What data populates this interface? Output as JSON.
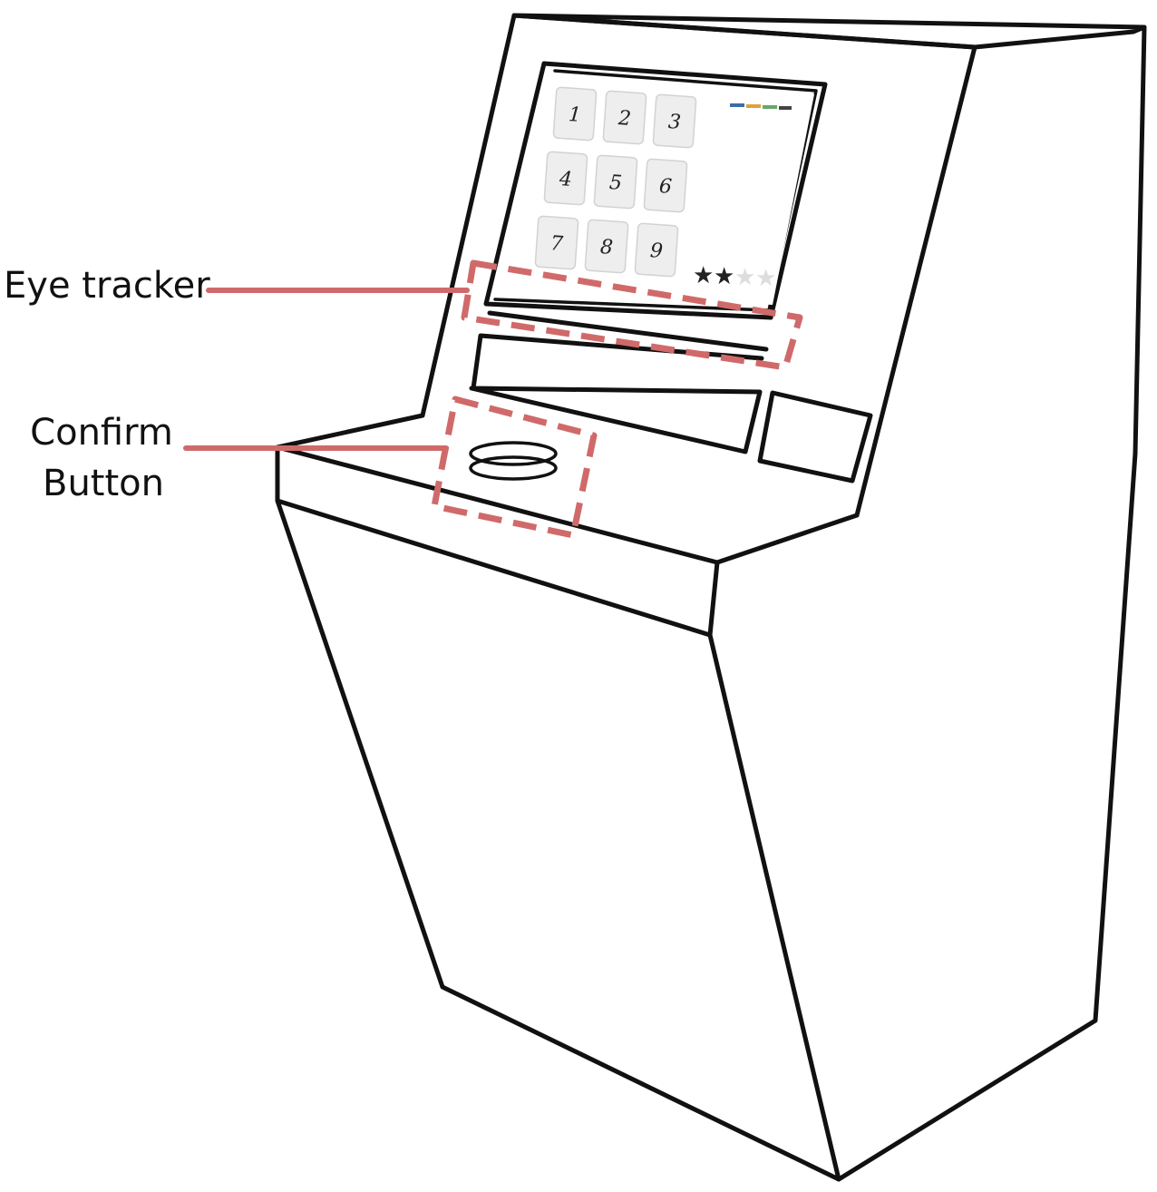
{
  "callouts": [
    {
      "id": "eye-tracker",
      "lines": [
        "Eye tracker"
      ]
    },
    {
      "id": "confirm-button",
      "lines": [
        "Confirm",
        "Button"
      ]
    }
  ],
  "screen": {
    "keypad": [
      "1",
      "2",
      "3",
      "4",
      "5",
      "6",
      "7",
      "8",
      "9"
    ],
    "pin_entered": 2,
    "pin_length": 4,
    "pin_symbol": "★"
  },
  "colors": {
    "callout": "#d06a6a",
    "sketch_line": "#111111",
    "key_face": "#eeeeee",
    "pin_filled": "#222222",
    "pin_empty": "#dddddd"
  }
}
